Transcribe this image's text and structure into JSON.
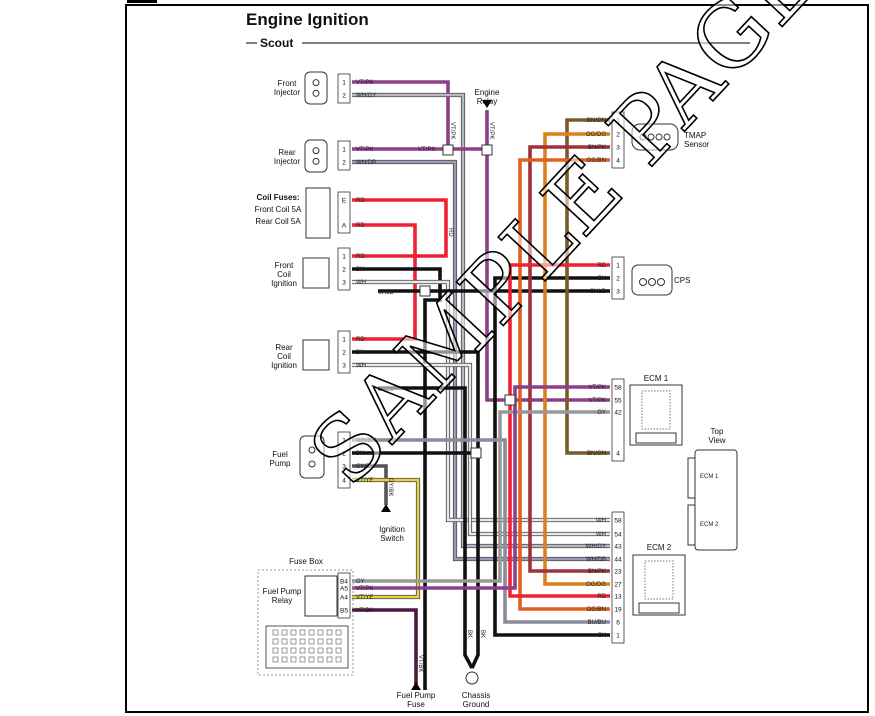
{
  "title": "Engine Ignition",
  "subtitle": "Scout",
  "watermark": "SAMPLE PAGE",
  "components": {
    "front_injector": "Front Injector",
    "rear_injector": "Rear Injector",
    "coil_fuses": "Coil Fuses:",
    "front_coil_fuse": "Front Coil 5A",
    "rear_coil_fuse": "Rear Coil 5A",
    "front_coil": "Front Coil Ignition",
    "rear_coil": "Rear Coil Ignition",
    "fuel_pump": "Fuel Pump",
    "engine_relay": "Engine Relay",
    "ignition_switch": "Ignition Switch",
    "fuse_box": "Fuse Box",
    "fuel_pump_relay": "Fuel Pump Relay",
    "fuel_pump_fuse": "Fuel Pump Fuse",
    "chassis_ground": "Chassis Ground",
    "tmap_sensor": "TMAP Sensor",
    "cps": "CPS",
    "ecm1": "ECM 1",
    "ecm2": "ECM 2",
    "top_view": "Top View",
    "top_ecm1": "ECM 1",
    "top_ecm2": "ECM 2"
  },
  "connectors": {
    "front_injector": [
      {
        "pin": "1",
        "wire": "VT/PK"
      },
      {
        "pin": "2",
        "wire": "WH/GY"
      }
    ],
    "rear_injector": [
      {
        "pin": "1",
        "wire": "VT/PK"
      },
      {
        "pin": "2",
        "wire": "WH/DB"
      }
    ],
    "coil_fuses": [
      {
        "pin": "E",
        "wire": "RD"
      },
      {
        "pin": "A",
        "wire": "RD"
      }
    ],
    "front_coil": [
      {
        "pin": "1",
        "wire": "RD"
      },
      {
        "pin": "2",
        "wire": "BK"
      },
      {
        "pin": "3",
        "wire": "WH"
      }
    ],
    "rear_coil": [
      {
        "pin": "1",
        "wire": "RD"
      },
      {
        "pin": "2",
        "wire": "BK"
      },
      {
        "pin": "3",
        "wire": "WH"
      }
    ],
    "fuel_pump": [
      {
        "pin": "1",
        "wire": "WH/BN"
      },
      {
        "pin": "2",
        "wire": "BK"
      },
      {
        "pin": "3",
        "wire": "GY/BK"
      },
      {
        "pin": "4",
        "wire": "VT/YE"
      }
    ],
    "fuel_pump_relay": [
      {
        "pin": "B4",
        "wire": "GY"
      },
      {
        "pin": "A5",
        "wire": "VT/PK"
      },
      {
        "pin": "A4",
        "wire": "VT/YE"
      },
      {
        "pin": "B5",
        "wire": "VT/BK"
      }
    ],
    "tmap_sensor": [
      {
        "pin": "1",
        "wire": "BN/GN"
      },
      {
        "pin": "2",
        "wire": "OG/DG"
      },
      {
        "pin": "3",
        "wire": "BN/PK"
      },
      {
        "pin": "4",
        "wire": "OG/BN"
      }
    ],
    "cps": [
      {
        "pin": "1",
        "wire": "RD"
      },
      {
        "pin": "2",
        "wire": "BK"
      },
      {
        "pin": "3",
        "wire": "SHLD"
      }
    ],
    "ecm1": [
      {
        "pin": "58",
        "wire": "VT/PK"
      },
      {
        "pin": "55",
        "wire": "VT/PK"
      },
      {
        "pin": "42",
        "wire": "GY"
      },
      {
        "pin": "4",
        "wire": "BN/GN"
      }
    ],
    "ecm2": [
      {
        "pin": "58",
        "wire": "WH"
      },
      {
        "pin": "54",
        "wire": "WH"
      },
      {
        "pin": "43",
        "wire": "WH/GY"
      },
      {
        "pin": "44",
        "wire": "WH/DB"
      },
      {
        "pin": "23",
        "wire": "BN/PK"
      },
      {
        "pin": "27",
        "wire": "OG/DG"
      },
      {
        "pin": "13",
        "wire": "RD"
      },
      {
        "pin": "19",
        "wire": "OG/BN"
      },
      {
        "pin": "6",
        "wire": "BU/BU"
      },
      {
        "pin": "1",
        "wire": "BK"
      }
    ]
  },
  "inline_labels": {
    "rd_vertical": "RD",
    "vtpk_vertical": "VT/PK",
    "relay_vtpk": "VT/PK",
    "rear_inj_vtpk": "VT/PK",
    "shld_1": "SHLD",
    "shld_2": "SHLD",
    "ign_wire": "GY/BK",
    "fuse_wire": "VT/BK",
    "ground_bk_1": "BK",
    "ground_bk_2": "BK"
  },
  "wire_colors": {
    "VT/PK": "#8e3f8a",
    "WH/GY": "#b8b8c0",
    "WH/DB": "#9a9ab8",
    "RD": "#ee2233",
    "BK": "#111111",
    "WH": "#e8e8e8",
    "WH/BN": "#8a8a9a",
    "GY/BK": "#555555",
    "VT/YE": "#e8d440",
    "GY": "#999999",
    "VT/BK": "#4a1840",
    "BN/GN": "#7a5a2a",
    "OG/DG": "#d8821e",
    "BN/PK": "#a0303a",
    "OG/BN": "#e06020",
    "SHLD": "#111111",
    "BU/BU": "#3a5a6a"
  }
}
